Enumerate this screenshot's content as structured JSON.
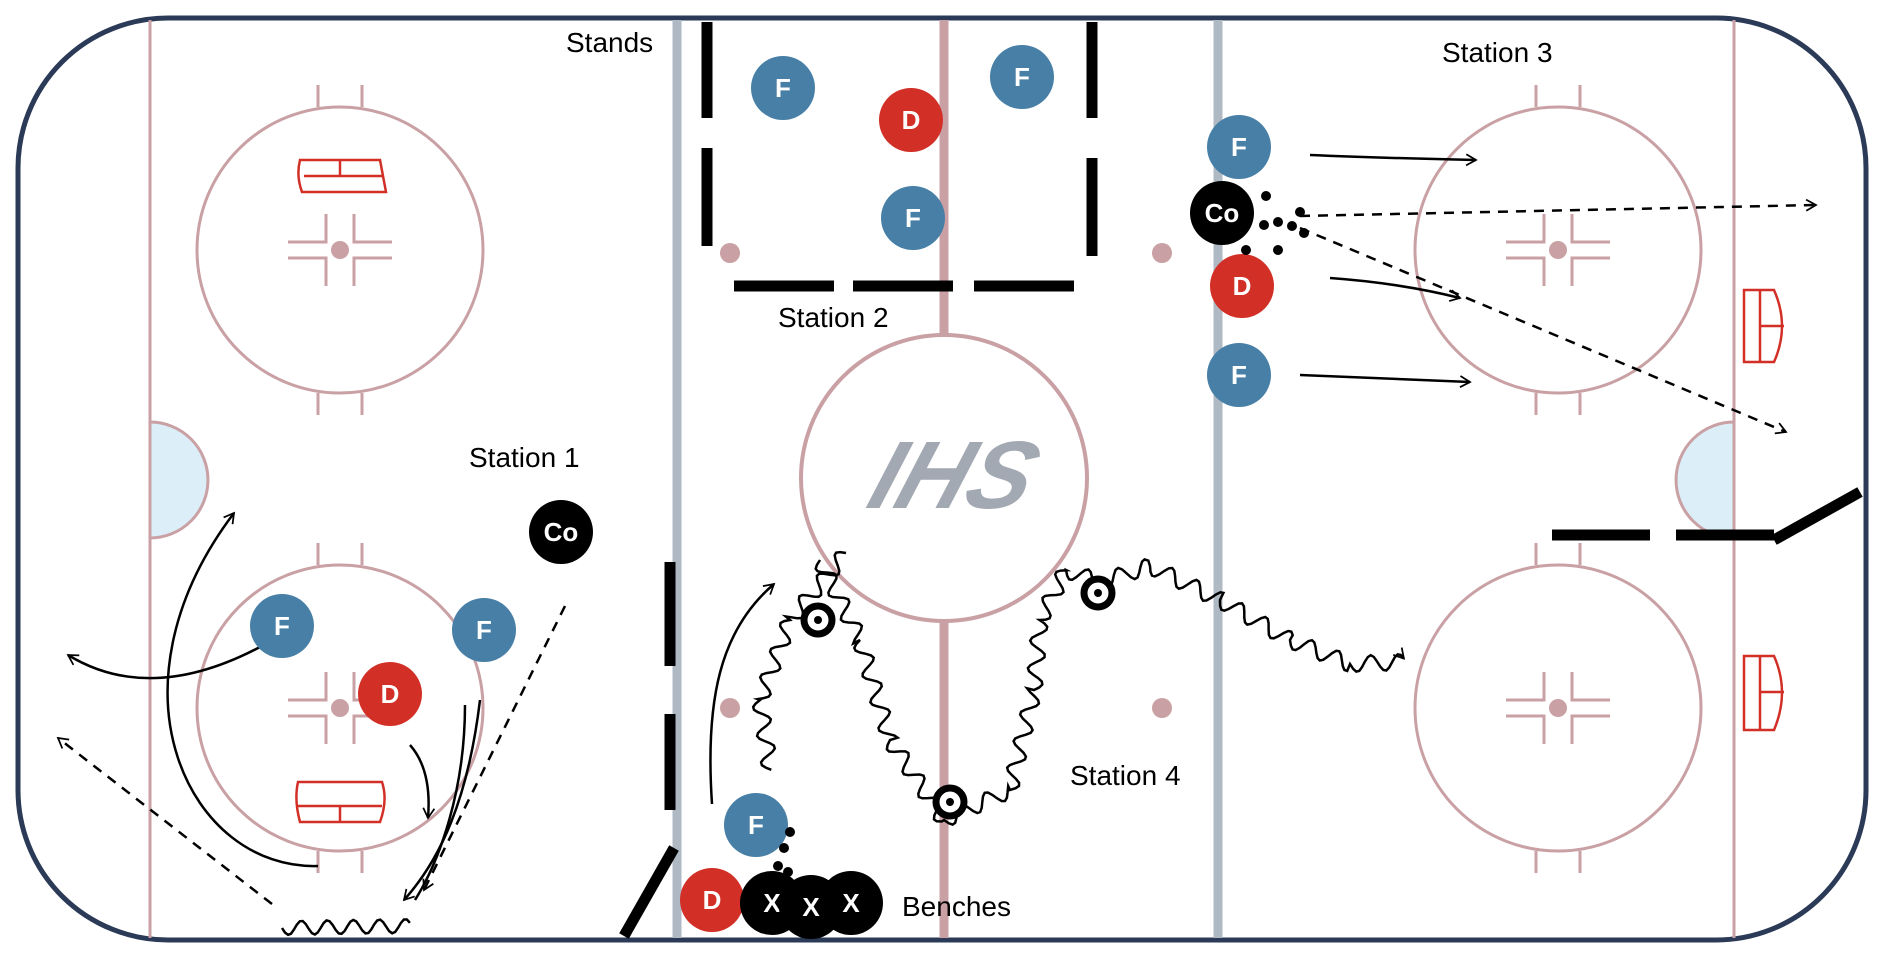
{
  "labels": {
    "stands": "Stands",
    "benches": "Benches",
    "station1": "Station 1",
    "station2": "Station 2",
    "station3": "Station 3",
    "station4": "Station 4"
  },
  "logo": "IHS",
  "tokens": {
    "forward": "F",
    "defense": "D",
    "coach": "Co",
    "extra": "X"
  },
  "colors": {
    "forward": "#477fa6",
    "defense": "#d22f27",
    "coach": "#000000",
    "rink_line": "#c9a0a4",
    "blue_line": "#aeb9c4",
    "crease": "#dceff8",
    "goal": "#d22f27",
    "board": "#2b3a57"
  }
}
